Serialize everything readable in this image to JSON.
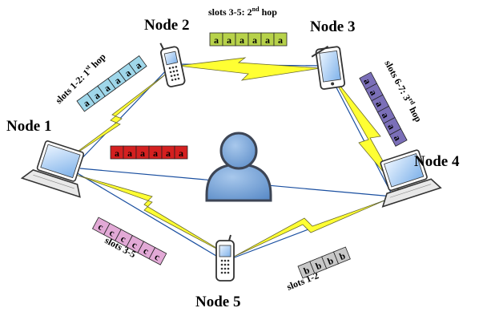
{
  "nodes": {
    "n1": "Node 1",
    "n2": "Node 2",
    "n3": "Node 3",
    "n4": "Node 4",
    "n5": "Node 5"
  },
  "slot_labels": {
    "hop1": {
      "main": "slots 1-2: 1",
      "sup": "st",
      "tail": " hop"
    },
    "hop2": {
      "main": "slots 3-5: 2",
      "sup": "nd",
      "tail": " hop"
    },
    "hop3": {
      "main": "slots 6-7: 3",
      "sup": "rd",
      "tail": " hop"
    },
    "n1n5": "slots 3-5",
    "n5n4": "slots 1-2"
  },
  "packet_rows": {
    "blue": {
      "letter": "a",
      "count": 6,
      "color": "#9fd7ea",
      "text_color": "#000000"
    },
    "green": {
      "letter": "a",
      "count": 6,
      "color": "#b7d24a",
      "text_color": "#000000"
    },
    "purple": {
      "letter": "a",
      "count": 6,
      "color": "#7b6fb8",
      "text_color": "#000000"
    },
    "red": {
      "letter": "a",
      "count": 6,
      "color": "#d42020",
      "text_color": "#000000"
    },
    "pink": {
      "letter": "c",
      "count": 6,
      "color": "#e2a9d6",
      "text_color": "#000000"
    },
    "gray": {
      "letter": "b",
      "count": 4,
      "color": "#c8c8c8",
      "text_color": "#000000"
    }
  },
  "colors": {
    "lightning": "#ffff33",
    "lightning_stroke": "#666633",
    "link_blue": "#1a4fa0",
    "user_fill": "#6a9ad2",
    "user_stroke": "#3d4555"
  }
}
